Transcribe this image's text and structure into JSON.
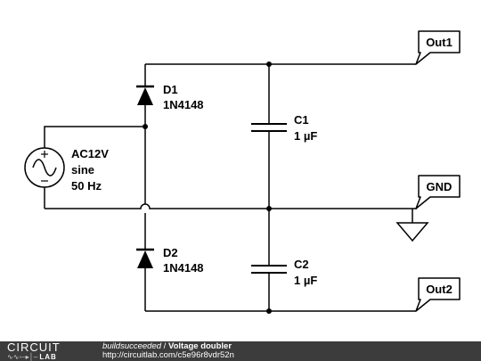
{
  "source": {
    "name": "AC12V",
    "waveform": "sine",
    "frequency": "50 Hz"
  },
  "components": {
    "d1": {
      "ref": "D1",
      "part": "1N4148"
    },
    "d2": {
      "ref": "D2",
      "part": "1N4148"
    },
    "c1": {
      "ref": "C1",
      "value": "1 µF"
    },
    "c2": {
      "ref": "C2",
      "value": "1 µF"
    }
  },
  "ports": {
    "out1": "Out1",
    "gnd": "GND",
    "out2": "Out2"
  },
  "footer": {
    "logo_top": "CIRCUIT",
    "logo_bottom": "LAB",
    "author": "buildsucceeded",
    "separator": " / ",
    "title": "Voltage doubler",
    "url": "http://circuitlab.com/c5e96r8vdr52n"
  }
}
